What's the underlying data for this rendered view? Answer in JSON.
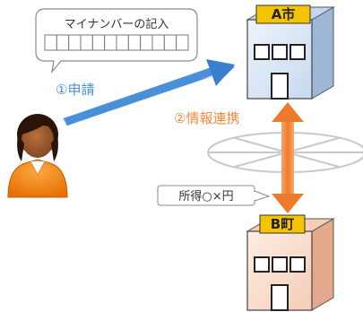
{
  "bubble": {
    "title": "マイナンバーの記入",
    "box_count": 12
  },
  "step1": {
    "label": "①申請",
    "color": "#4a90d9"
  },
  "step2": {
    "label": "②情報連携",
    "color": "#f08a3c"
  },
  "income_tag": {
    "text": "所得○×円"
  },
  "building_a": {
    "name": "A市",
    "facade_color": "#dbe8f7",
    "sign_color": "#f5c400"
  },
  "building_b": {
    "name": "B町",
    "facade_color": "#fbe1d0",
    "sign_color": "#f5c400"
  }
}
